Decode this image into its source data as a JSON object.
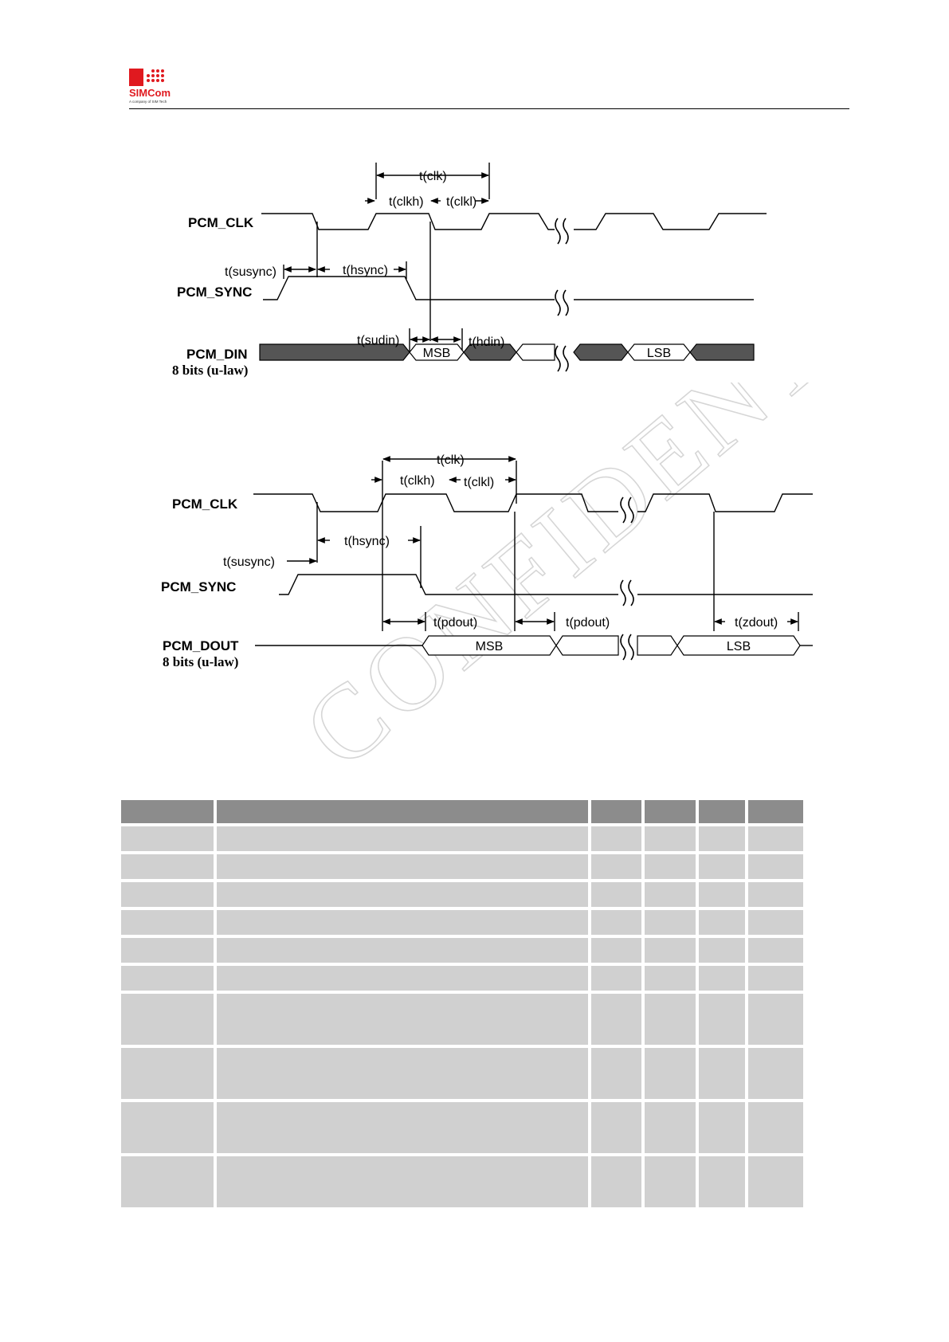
{
  "header": {
    "logo_text": "SIMCom",
    "logo_tagline": "A company of SIM Tech"
  },
  "watermark": "CONFIDENTIAL FILE",
  "diagram_din": {
    "signals": {
      "clk": "PCM_CLK",
      "sync": "PCM_SYNC",
      "din": "PCM_DIN",
      "din_sub": "8 bits (u-law)"
    },
    "timings": {
      "clk": "t(clk)",
      "clkh": "t(clkh)",
      "clkl": "t(clkl)",
      "susync": "t(susync)",
      "hsync": "t(hsync)",
      "sudin": "t(sudin)",
      "hdin": "t(hdin)"
    },
    "cells": {
      "msb": "MSB",
      "lsb": "LSB"
    }
  },
  "diagram_dout": {
    "signals": {
      "clk": "PCM_CLK",
      "sync": "PCM_SYNC",
      "dout": "PCM_DOUT",
      "dout_sub": "8 bits (u-law)"
    },
    "timings": {
      "clk": "t(clk)",
      "clkh": "t(clkh)",
      "clkl": "t(clkl)",
      "hsync": "t(hsync)",
      "susync": "t(susync)",
      "pdout1": "t(pdout)",
      "pdout2": "t(pdout)",
      "zdout": "t(zdout)"
    },
    "cells": {
      "msb": "MSB",
      "lsb": "LSB"
    }
  },
  "table": {
    "header_columns": 6,
    "rows": [
      {
        "tall": false
      },
      {
        "tall": false
      },
      {
        "tall": false
      },
      {
        "tall": false
      },
      {
        "tall": false
      },
      {
        "tall": false
      },
      {
        "tall": true
      },
      {
        "tall": true
      },
      {
        "tall": true
      },
      {
        "tall": true
      }
    ]
  }
}
